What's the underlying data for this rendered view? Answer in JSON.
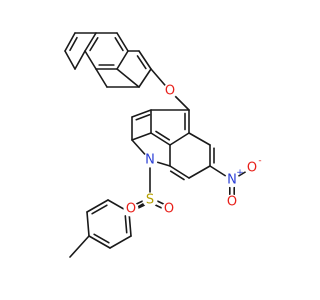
{
  "molecule": {
    "atom_colors": {
      "C": "#1a1a1a",
      "N": "#2b3fd6",
      "O": "#e8201a",
      "S": "#b5a000"
    },
    "atoms": [
      {
        "id": "o_ring",
        "label": "O",
        "el": "O"
      },
      {
        "id": "n_ring",
        "label": "N",
        "el": "N"
      },
      {
        "id": "s",
        "label": "S",
        "el": "S"
      },
      {
        "id": "o_s_left",
        "label": "O",
        "el": "O"
      },
      {
        "id": "o_s_right",
        "label": "O",
        "el": "O"
      },
      {
        "id": "n_nitro",
        "label": "N",
        "charge": "+",
        "el": "N"
      },
      {
        "id": "o_nitro_single",
        "label": "O",
        "charge": "-",
        "el": "O"
      },
      {
        "id": "o_nitro_double",
        "label": "O",
        "el": "O"
      }
    ]
  }
}
